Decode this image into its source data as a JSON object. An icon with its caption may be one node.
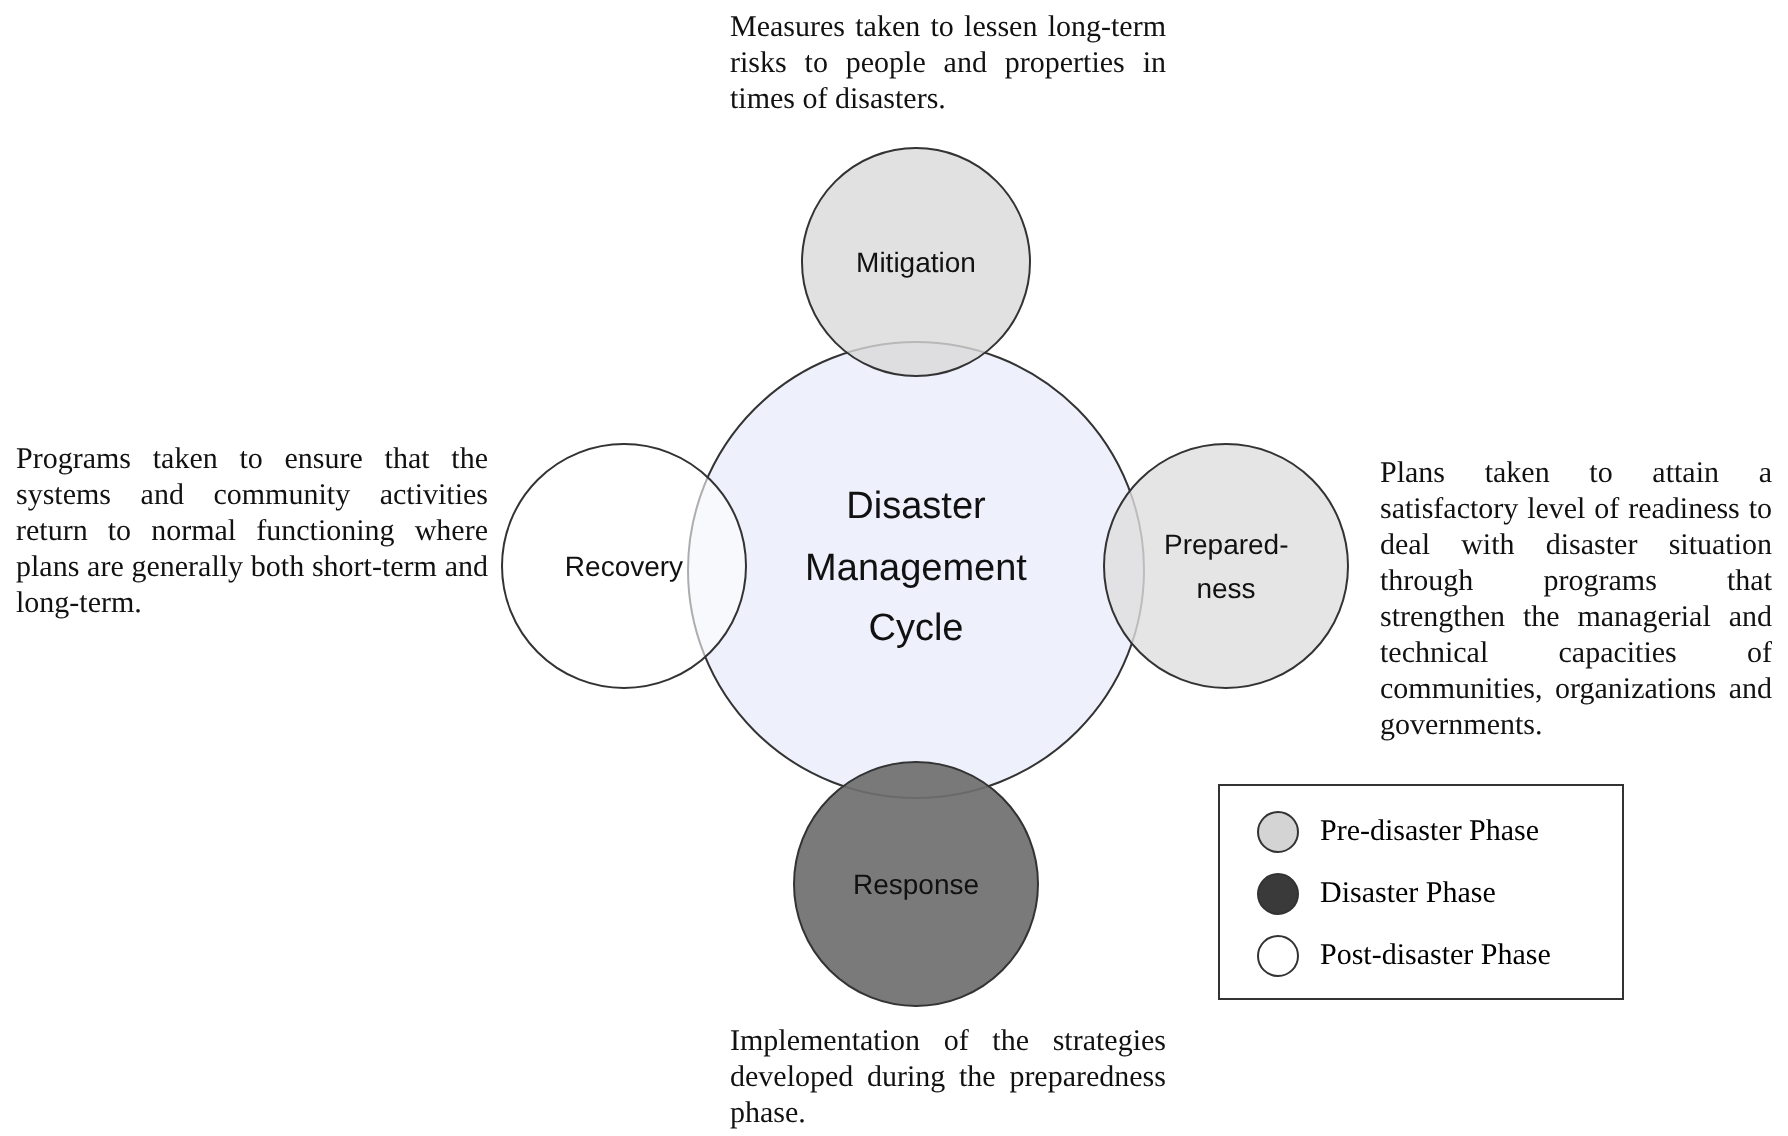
{
  "diagram": {
    "nodes": [
      {
        "text": [
          "Mitigation"
        ],
        "beside": [
          "Measures taken to lessen long-term risks to people and properties in times of disasters."
        ]
      },
      {
        "text": [
          "Recovery"
        ],
        "beside": [
          "Programs taken to ensure that the systems and community activities return to normal functioning where plans are generally both short-term and long-term."
        ]
      },
      {
        "text": [
          "Disaster Management Cycle"
        ]
      },
      {
        "text": [
          "Prepared-ness"
        ],
        "beside": [
          "Plans taken to attain a satisfactory level of readiness to deal with disaster situation through programs that strengthen the managerial and technical capacities of communities, organizations and governments."
        ]
      },
      {
        "text": [
          "Response"
        ],
        "beside": [
          "Implementation of the strategies developed during the preparedness phase."
        ]
      }
    ],
    "edges": [],
    "legend": [
      {
        "text": "Pre-disaster Phase",
        "color": "#d4d4d4"
      },
      {
        "text": "Disaster Phase",
        "color": "#3a3a3a"
      },
      {
        "text": "Post-disaster Phase",
        "color": "#ffffff"
      }
    ]
  }
}
